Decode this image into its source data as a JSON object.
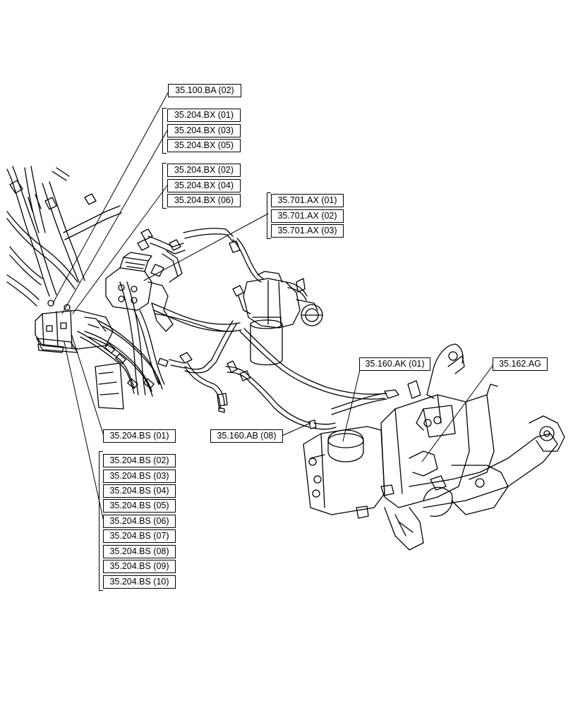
{
  "labels": {
    "l_35_100_ba_02": "35.100.BA (02)",
    "l_35_204_bx_01": "35.204.BX (01)",
    "l_35_204_bx_03": "35.204.BX (03)",
    "l_35_204_bx_05": "35.204.BX (05)",
    "l_35_204_bx_02": "35.204.BX (02)",
    "l_35_204_bx_04": "35.204.BX (04)",
    "l_35_204_bx_06": "35.204.BX (06)",
    "l_35_701_ax_01": "35.701.AX (01)",
    "l_35_701_ax_02": "35.701.AX (02)",
    "l_35_701_ax_03": "35.701.AX (03)",
    "l_35_160_ak_01": "35.160.AK (01)",
    "l_35_162_ag": "35.162.AG",
    "l_35_160_ab_08": "35.160.AB (08)",
    "l_35_204_bs_01": "35.204.BS (01)",
    "l_35_204_bs_02": "35.204.BS (02)",
    "l_35_204_bs_03": "35.204.BS (03)",
    "l_35_204_bs_04": "35.204.BS (04)",
    "l_35_204_bs_05": "35.204.BS (05)",
    "l_35_204_bs_06": "35.204.BS (06)",
    "l_35_204_bs_07": "35.204.BS (07)",
    "l_35_204_bs_08": "35.204.BS (08)",
    "l_35_204_bs_09": "35.204.BS (09)",
    "l_35_204_bs_10": "35.204.BS (10)"
  }
}
